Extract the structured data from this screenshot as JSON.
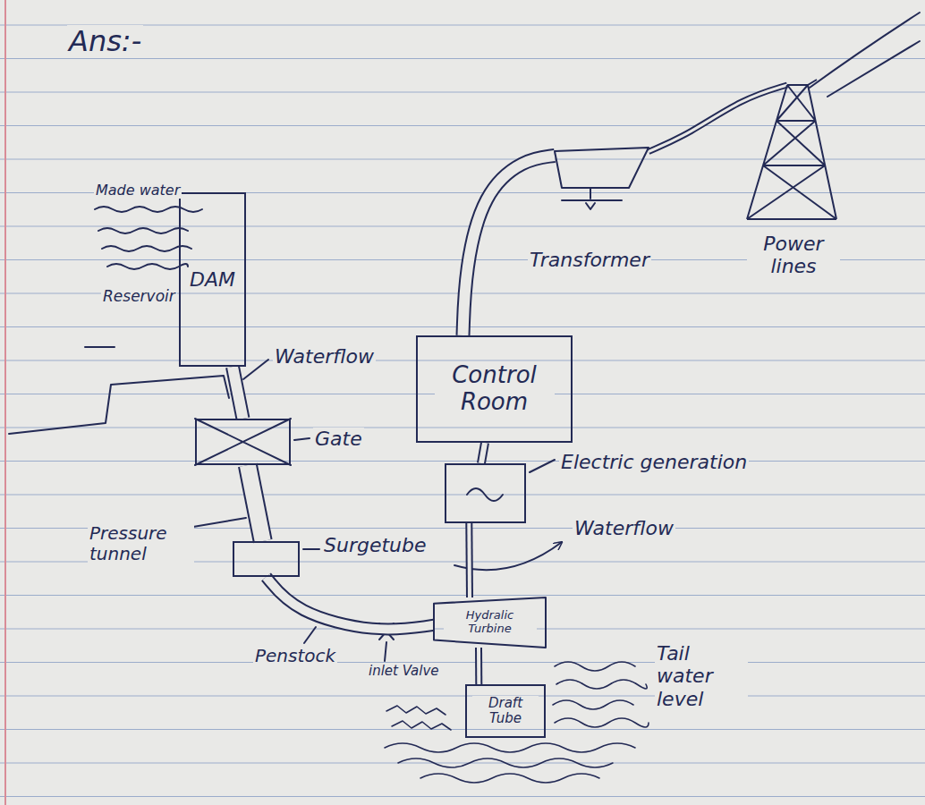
{
  "diagram": {
    "nodes": [
      {
        "text": [
          "DAM"
        ]
      },
      {
        "text": [
          "Gate"
        ]
      },
      {
        "text": [
          "Surgetube"
        ]
      },
      {
        "text": [
          "Hydralic Turbine"
        ]
      },
      {
        "text": [
          "Draft Tube"
        ]
      },
      {
        "text": [
          "Electric generation"
        ]
      },
      {
        "text": [
          "Control Room"
        ]
      },
      {
        "text": [
          "Transformer"
        ]
      },
      {
        "text": [
          "Power lines"
        ]
      }
    ],
    "edges": [
      {
        "from": 0,
        "to": 1,
        "arrow": "none"
      },
      {
        "from": 1,
        "to": 2,
        "arrow": "none"
      },
      {
        "from": 2,
        "to": 3,
        "arrow": "none"
      },
      {
        "from": 3,
        "to": 4,
        "arrow": "none"
      },
      {
        "from": 5,
        "to": 3,
        "arrow": "none"
      },
      {
        "from": 6,
        "to": 5,
        "arrow": "none"
      },
      {
        "from": 6,
        "to": 7,
        "arrow": "none"
      },
      {
        "from": 7,
        "to": 8,
        "arrow": "none"
      }
    ],
    "labels": [
      "Ans:-",
      "Made water",
      "Reservoir",
      "Waterflow",
      "Pressure tunnel",
      "Penstock",
      "inlet Valve",
      "Waterflow",
      "Tail water level"
    ]
  }
}
